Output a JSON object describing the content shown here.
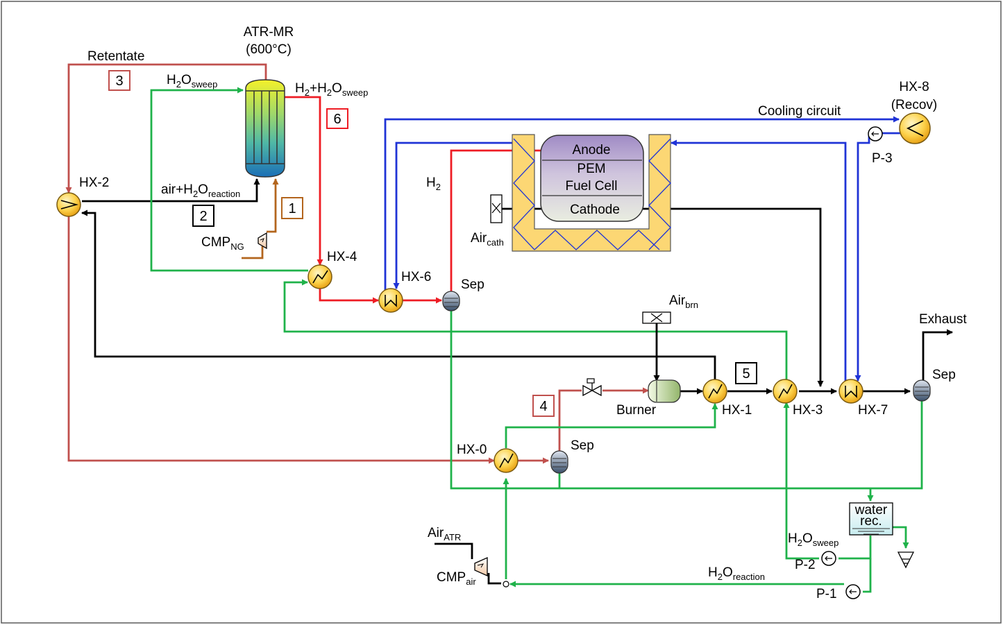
{
  "reactor": {
    "name": "ATR-MR",
    "temp": "(600°C)"
  },
  "labels": {
    "retentate": "Retentate",
    "h2o": "H",
    "two": "2",
    "o": "O",
    "sweep": "sweep",
    "reaction": "reaction",
    "h2_plus": "H",
    "plus_h": "+H",
    "air_plus_h": "air+H",
    "cooling_circuit": "Cooling circuit",
    "anode": "Anode",
    "pem": "PEM",
    "fuel_cell": "Fuel Cell",
    "cathode": "Cathode",
    "air": "Air",
    "cath": "cath",
    "brn": "brn",
    "atr": "ATR",
    "exhaust": "Exhaust",
    "burner": "Burner",
    "cmp": "CMP",
    "ng": "NG",
    "air_sub": "air",
    "water": "water",
    "rec": "rec."
  },
  "equipment": {
    "hx0": "HX-0",
    "hx1": "HX-1",
    "hx2": "HX-2",
    "hx3": "HX-3",
    "hx4": "HX-4",
    "hx6": "HX-6",
    "hx7": "HX-7",
    "hx8": "HX-8",
    "hx8_note": "(Recov)",
    "sep": "Sep",
    "p1": "P-1",
    "p2": "P-2",
    "p3": "P-3"
  },
  "stream_numbers": {
    "s1": "1",
    "s2": "2",
    "s3": "3",
    "s4": "4",
    "s5": "5",
    "s6": "6"
  },
  "colors": {
    "process_gas": "#000000",
    "hydrogen": "#ee1c24",
    "water": "#1fb24a",
    "cooling": "#1f33d6",
    "retentate": "#c0504d",
    "natural_gas": "#b3651d",
    "equipment_fill": "#fdd34d",
    "insulation": "#fcd774"
  }
}
